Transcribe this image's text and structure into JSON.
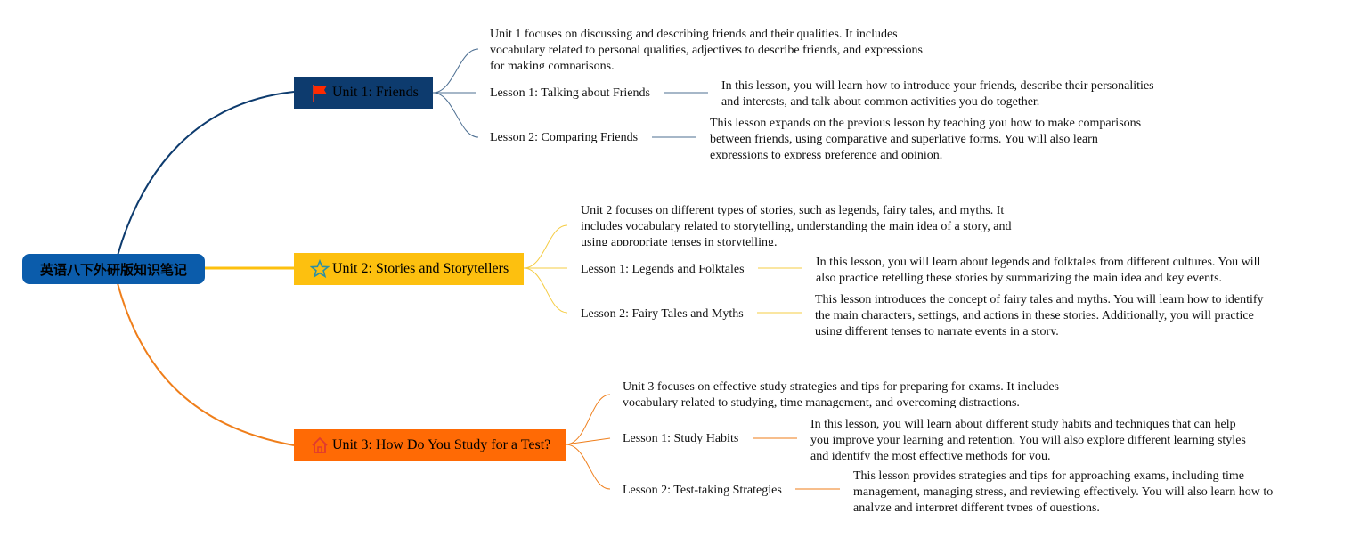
{
  "root": {
    "title": "英语八下外研版知识笔记"
  },
  "colors": {
    "root": "#0b5cab",
    "unit1": "#0d3b6e",
    "unit2": "#fdc00f",
    "unit3": "#ff6a05"
  },
  "units": [
    {
      "title": "Unit 1: Friends",
      "icon": "flag-icon",
      "summary": "Unit 1 focuses on discussing and describing friends and their qualities. It includes vocabulary related to personal qualities, adjectives to describe friends, and expressions for making comparisons.",
      "lessons": [
        {
          "title": "Lesson 1: Talking about Friends",
          "description": "In this lesson, you will learn how to introduce your friends, describe their personalities and interests, and talk about common activities you do together."
        },
        {
          "title": "Lesson 2: Comparing Friends",
          "description": "This lesson expands on the previous lesson by teaching you how to make comparisons between friends, using comparative and superlative forms. You will also learn expressions to express preference and opinion."
        }
      ]
    },
    {
      "title": "Unit 2: Stories and Storytellers",
      "icon": "star-icon",
      "summary": "Unit 2 focuses on different types of stories, such as legends, fairy tales, and myths. It includes vocabulary related to storytelling, understanding the main idea of a story, and using appropriate tenses in storytelling.",
      "lessons": [
        {
          "title": "Lesson 1: Legends and Folktales",
          "description": "In this lesson, you will learn about legends and folktales from different cultures. You will also practice retelling these stories by summarizing the main idea and key events."
        },
        {
          "title": "Lesson 2: Fairy Tales and Myths",
          "description": "This lesson introduces the concept of fairy tales and myths. You will learn how to identify the main characters, settings, and actions in these stories. Additionally, you will practice using different tenses to narrate events in a story."
        }
      ]
    },
    {
      "title": "Unit 3: How Do You Study for a Test?",
      "icon": "house-icon",
      "summary": "Unit 3 focuses on effective study strategies and tips for preparing for exams. It includes vocabulary related to studying, time management, and overcoming distractions.",
      "lessons": [
        {
          "title": "Lesson 1: Study Habits",
          "description": "In this lesson, you will learn about different study habits and techniques that can help you improve your learning and retention. You will also explore different learning styles and identify the most effective methods for you."
        },
        {
          "title": "Lesson 2: Test-taking Strategies",
          "description": "This lesson provides strategies and tips for approaching exams, including time management, managing stress, and reviewing effectively. You will also learn how to analyze and interpret different types of questions."
        }
      ]
    }
  ]
}
